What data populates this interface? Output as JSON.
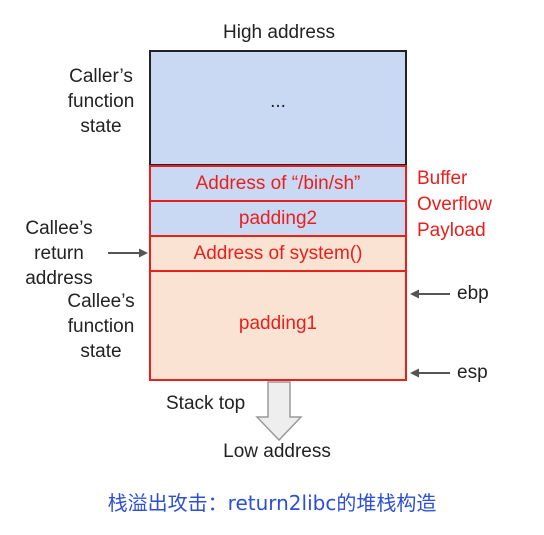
{
  "top_label": "High address",
  "bottom_label": "Low address",
  "stack_top_label": "Stack top",
  "caller_state": [
    "Caller’s",
    "function",
    "state"
  ],
  "callee_return": [
    "Callee’s",
    "return",
    "address"
  ],
  "callee_state": [
    "Callee’s",
    "function",
    "state"
  ],
  "payload_label": [
    "Buffer",
    "Overflow",
    "Payload"
  ],
  "segments": {
    "caller": "...",
    "binsh": "Address of “/bin/sh”",
    "padding2": "padding2",
    "system": "Address of system()",
    "padding1": "padding1"
  },
  "registers": {
    "ebp": "ebp",
    "esp": "esp"
  },
  "caption": "栈溢出攻击：return2libc的堆栈构造",
  "colors": {
    "blue_fill": "#c9d9f4",
    "orange_fill": "#fbe3d3",
    "red": "#e8201c",
    "caption_blue": "#2d4fd6"
  }
}
